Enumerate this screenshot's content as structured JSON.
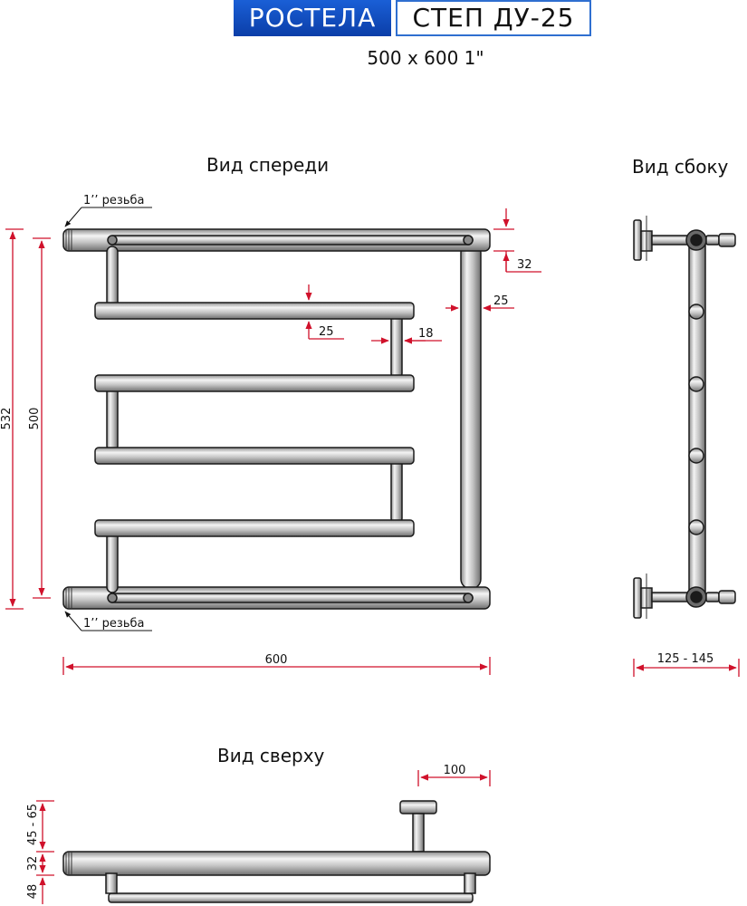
{
  "header": {
    "brand": "РОСТЕЛА",
    "model": "СТЕП ДУ-25",
    "spec": "500 x 600 1\""
  },
  "views": {
    "front": "Вид спереди",
    "side": "Вид сбоку",
    "top": "Вид сверху"
  },
  "front_dims": {
    "thread_top": "1’’ резьба",
    "thread_bottom": "1’’ резьба",
    "height_total": "532",
    "height_axis": "500",
    "width": "600",
    "pipe_offset": "32",
    "riser_diam": "25",
    "rung_diam": "25",
    "gap": "18"
  },
  "side_dims": {
    "depth": "125 - 145"
  },
  "top_dims": {
    "wall_offset": "100",
    "d1": "45 - 65",
    "d2": "32",
    "d3": "48"
  },
  "colors": {
    "pipe_fill": "#cfcfcf",
    "pipe_stroke": "#1a1a1a",
    "dimension": "#d0112b",
    "brand_bg": "#1a5fd6"
  }
}
